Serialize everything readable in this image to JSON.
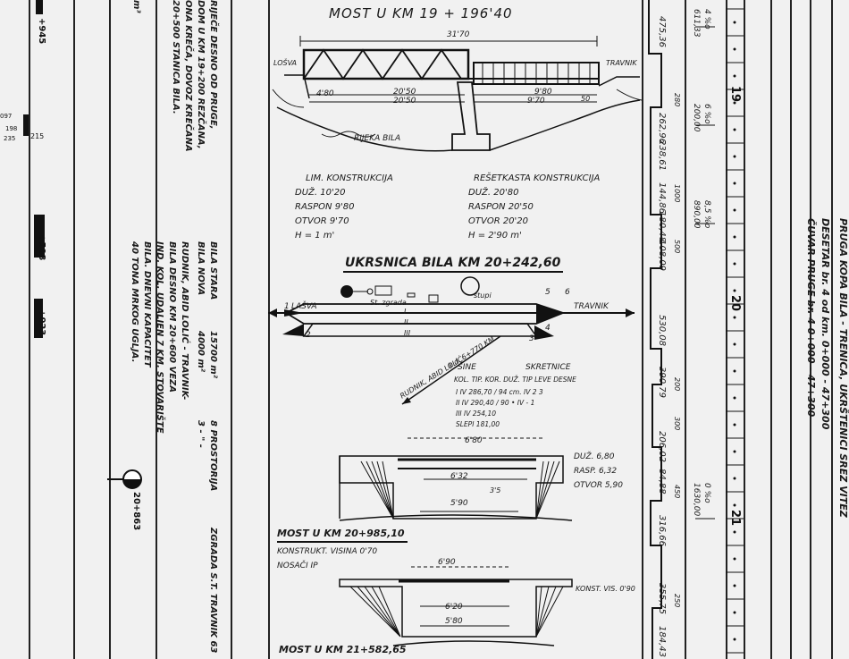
{
  "left_markers": {
    "m945": "+945",
    "m097": "097",
    "m198": "198",
    "m235": "235",
    "m215": "215",
    "m598": "+598",
    "m023": "+023",
    "m863": "20+863"
  },
  "left_notes": {
    "col1": "RIJEČE DESNO OD PRUGE,",
    "col2": "DOM U KM 19+200 REZČANA,",
    "col3": "ONA KREČA, DOVOZ KREČANA",
    "col4": "20+500 STANICA BILA.",
    "col5": "m³"
  },
  "station_notes": {
    "line1_a": "BILA STARA",
    "line1_b": "15700 m²",
    "line1_c": "8 PROSTORIJA",
    "line1_d": "ZGRADA S.T. TRAVNIK 63",
    "line2_a": "BILA NOVA",
    "line2_b": "4000 m²",
    "line2_c": "3 - \" -",
    "line3": "RUDNIK, ABID LOLIĆ - TRAVNIK-",
    "line4": "BILA DESNO KM 20+600 VEZA",
    "line5": "IND. KOL. UDALJEN 7 KM. STOVARIŠTE",
    "line6": "BILA. DNEVNI KAPACITET",
    "line7": "40 TONA MRKOG UGLJA."
  },
  "bridge1": {
    "title": "MOST U KM  19 + 196'40",
    "total": "31'70",
    "left_end": "LOŠVA",
    "right_end": "TRAVNIK",
    "d480": "4'80",
    "d2050a": "20'50",
    "d2050b": "20'50",
    "d980": "9'80",
    "d970": "9'70",
    "d50": "50",
    "river": "RIJEKA BILA",
    "lim_title": "LIM. KONSTRUKCIJA",
    "lim_duz": "DUŽ.  10'20",
    "lim_raspon": "RASPON  9'80",
    "lim_otvor": "OTVOR  9'70",
    "lim_h": "H  =  1 m'",
    "rez_title": "REŠETKASTA KONSTRUKCIJA",
    "rez_duz": "DUŽ.  20'80",
    "rez_raspon": "RASPON  20'50",
    "rez_otvor": "OTVOR  20'20",
    "rez_h": "H  =  2'90 m'"
  },
  "junction": {
    "title": "UKRSNICA BILA  KM 20+242,60",
    "left": "LAŠVA",
    "right": "TRAVNIK",
    "signal": "St. zgrada",
    "tracks": [
      "I",
      "II",
      "III"
    ],
    "pole": "stupi",
    "n1": "1",
    "n2": "2",
    "n3": "3",
    "n4": "4",
    "n5": "5",
    "n6": "6",
    "branch": "RUDNIK, ABID LOLIĆ",
    "branch_km": "k.d. 6+770 KM",
    "tbl_sine": "ŠINE",
    "tbl_skretnice": "SKRETNICE",
    "tbl_head": "KOL. TIP. KOR. DUŽ.   TIP LEVE  DESNE",
    "tbl_r1": "I    IV   286,70 / 94 cm.  IV    2    3",
    "tbl_r2": "II   IV   290,40 / 90 •    IV    -    1",
    "tbl_r3": "III  IV   254,10",
    "tbl_r4": "SLEPI      181,00"
  },
  "bridge2": {
    "top_dim": "6'80",
    "mid_dim": "6'32",
    "low_dim": "5'90",
    "h": "3'5",
    "duz": "DUŽ. 6,80",
    "rasp": "RASP. 6,32",
    "otvor": "OTVOR 5,90",
    "title": "MOST U KM 20+985,10",
    "konstr": "KONSTRUKT. VISINA  0'70",
    "nosaci": "NOSAČI IP"
  },
  "bridge3": {
    "top_dim": "6'90",
    "mid_dim": "6'20",
    "low_dim": "5'80",
    "konst": "KONST. VIS. 0'90",
    "title": "MOST U KM 21+582,65"
  },
  "profile": {
    "e1": "475,36",
    "e2": "262,96",
    "e3": "238,61",
    "e4": "144,86",
    "e5": "180,48",
    "e6": "108,09",
    "e7": "530,08",
    "e8": "390,79",
    "e9": "206,02",
    "e10": "84,88",
    "e11": "316,66",
    "e12": "355,75",
    "e13": "184,43",
    "r1": "280",
    "r2": "1000",
    "r3": "500",
    "r4": "200",
    "r5": "300",
    "r6": "450",
    "r7": "250",
    "g1a": "4 %o",
    "g1b": "611,33",
    "g2a": "6 %o",
    "g2b": "200,00",
    "g3a": "8,5 %o",
    "g3b": "890,00",
    "g4a": "0 %o",
    "g4b": "1630,00",
    "km19": "19",
    "km20": "20",
    "km21": "21"
  },
  "right_header": {
    "l1": "PRUGA  KOPA BILA - TRENICA, UKRŠTENICI  SREZ VITEZ",
    "l2": "DESETAR br. 4  od  km. 0+000 - 47+300",
    "l3": "ČUVAR PRUGE br. 4   0+000 - 47+300"
  }
}
